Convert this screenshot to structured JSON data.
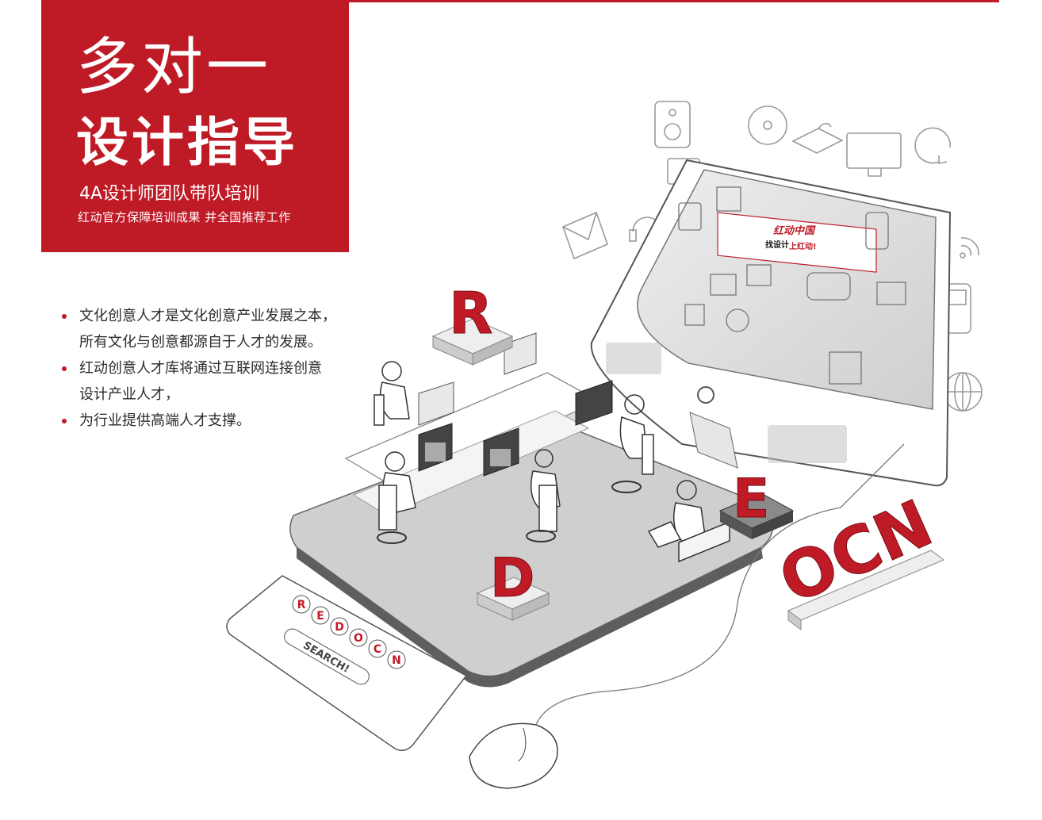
{
  "banner": {
    "title_line1": "多对一",
    "title_line2": "设计指导",
    "subtitle": "4A设计师团队带队培训",
    "tagline": "红动官方保障培训成果 并全国推荐工作"
  },
  "bullets": [
    "文化创意人才是文化创意产业发展之本，",
    "所有文化与创意都源自于人才的发展。",
    "红动创意人才库将通过互联网连接创意",
    "设计产业人才，",
    "为行业提供高端人才支撑。"
  ],
  "illustration": {
    "letter_r": "R",
    "letter_e": "E",
    "letter_d": "D",
    "letters_ocn": "OCN",
    "screen_logo": "红动中国",
    "screen_slogan_prefix": "找设计",
    "screen_slogan_highlight": "上红动!",
    "keyboard_keys": [
      "R",
      "E",
      "D",
      "O",
      "C",
      "N"
    ],
    "search_key": "SEARCH!"
  },
  "colors": {
    "accent": "#bf1b27",
    "text": "#2b2b2b"
  }
}
